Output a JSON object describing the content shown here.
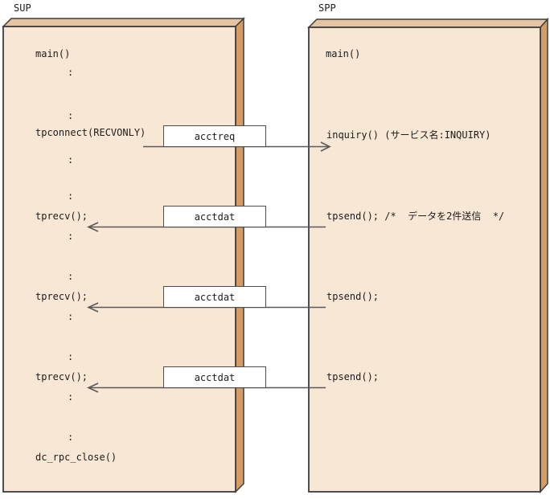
{
  "sup": {
    "title": "SUP",
    "main": "main()",
    "colon": ":",
    "tpconnect": "tpconnect(RECVONLY)",
    "tprecv": "tprecv();",
    "dc_rpc_close": "dc_rpc_close()"
  },
  "spp": {
    "title": "SPP",
    "main": "main()",
    "inquiry": "inquiry() (サービス名:INQUIRY)",
    "tpsend_comment": "tpsend(); /*  データを2件送信  */",
    "tpsend": "tpsend();"
  },
  "messages": {
    "request": "acctreq",
    "data": "acctdat"
  },
  "colors": {
    "panel_face": "#f8e7d5",
    "panel_top": "#e5c4a1",
    "panel_side": "#d59c64",
    "panel_border": "#3d3d3d",
    "arrow": "#595959",
    "label_bg": "#ffffff",
    "label_border": "#4d4d4d"
  }
}
